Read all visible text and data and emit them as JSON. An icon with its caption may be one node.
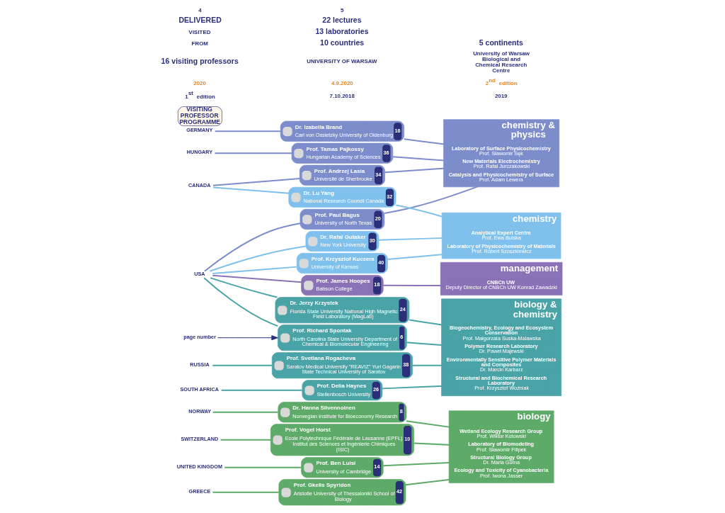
{
  "diagram": {
    "nodes": [
      {
        "text": [
          "NORWAY"
        ]
      },
      {
        "text": [
          "SWITZERLAND"
        ]
      },
      {
        "text": [
          "UNITED KINGDOM"
        ]
      },
      {
        "text": [
          "GERMANY"
        ]
      },
      {
        "text": [
          "USA"
        ]
      },
      {
        "text": [
          "SOUTH AFRICA"
        ]
      },
      {
        "text": [
          "CANADA"
        ]
      },
      {
        "text": [
          "HUNGARY"
        ]
      },
      {
        "text": [
          "RUSSIA"
        ]
      },
      {
        "text": [
          "GREECE"
        ]
      },
      {
        "text": [
          "Prof. Richard Spontak",
          "North Carolina State University Department of Chemical & Biomolecular Engineering",
          "6"
        ]
      },
      {
        "text": [
          "Dr. Hanna Silvennoinen",
          "Norwegian Institute for Bioeconomy Research",
          "8"
        ]
      },
      {
        "text": [
          "Prof. Vogel Horst",
          "Ecole Polytechnique Fédérale de Lausanne (EPFL) Institut des Sciences et Ingénierie Chimiques (ISIC)",
          "10"
        ]
      },
      {
        "text": [
          "Prof. Ben Luisi",
          "University of Cambridge",
          "14"
        ]
      },
      {
        "text": [
          "Dr. Izabella Brand",
          "Carl von Ossietzky University of Oldenburg",
          "16"
        ]
      },
      {
        "text": [
          "Prof. James Hoopes",
          "Babson College",
          "18"
        ]
      },
      {
        "text": [
          "Prof. Paul Bagus",
          "University of North Texas",
          "20"
        ]
      },
      {
        "text": [
          "Dr. Jerzy Krzystek",
          "Florida State University National High Magnetic Field Laboratory (MagLab)",
          "24"
        ]
      },
      {
        "text": [
          "Prof. Delia Haynes",
          "Stellenbosch University",
          "26"
        ]
      },
      {
        "text": [
          "Dr. Rafal Gutaker",
          "New York University",
          "30"
        ]
      },
      {
        "text": [
          "Dr. Lu Yang",
          "National Research Council Canada",
          "32"
        ]
      },
      {
        "text": [
          "Prof. Andrzej Lasia",
          "Université de Sherbrooke",
          "34"
        ]
      },
      {
        "text": [
          "Prof. Tamas Pajkossy",
          "Hungarian Academy of Sciences",
          "36"
        ]
      },
      {
        "text": [
          "Prof. Svetlana Rogacheva",
          "Saratov Medical University \"REAVIZ\" Yuri Gagarin State Technical University of Saratov",
          "38"
        ]
      },
      {
        "text": [
          "Prof. Krzysztof Kuczera",
          "University of Kansas",
          "40"
        ]
      },
      {
        "text": [
          "Prof. Gkelis Spyridon",
          "Aristotle University of Thessaloniki School of Biology",
          "42"
        ]
      },
      {
        "text": [
          "biology"
        ]
      },
      {
        "text": [
          "Wetland Ecology Research Group",
          "Prof. Wiktor Kotowski"
        ],
        "in": 26
      },
      {
        "text": [
          "Laboratory of Biomodeling",
          "Prof. Sławomir Filipek"
        ],
        "in": 26
      },
      {
        "text": [
          "Structural Biology Group",
          "Dr. Maria Górna"
        ],
        "in": 26
      },
      {
        "text": [
          "Ecology and Toxicity of Cyanobacteria",
          "Prof. Iwona Jasser"
        ],
        "in": 26
      },
      {
        "text": [
          "biology & chemistry"
        ]
      },
      {
        "text": [
          "Polymer Research Laboratory",
          "Dr. Paweł Majewski"
        ],
        "in": 31
      },
      {
        "text": [
          "Environmentally Sensitive Polymer Materials and Composites",
          "Dr. Marcin Karbarz"
        ],
        "in": 31
      },
      {
        "text": [
          "Structural and Biochemical Research Laboratory",
          "Prof. Krzysztof Woźniak"
        ],
        "in": 31
      },
      {
        "text": [
          "Biogeochemistry, Ecology and Ecosystem Conservation",
          "Prof. Małgorzata Suska-Malawska"
        ],
        "in": 31
      },
      {
        "text": [
          "chemistry"
        ]
      },
      {
        "text": [
          "Analytical Expert Centre",
          "Prof. Ewa Bulska"
        ],
        "in": 36
      },
      {
        "text": [
          "Laboratory of Physicochemistry of Materials",
          "Prof. Robert Szoszkiewicz"
        ],
        "in": 36
      },
      {
        "text": [
          "chemistry & physics"
        ]
      },
      {
        "text": [
          "Laboratory of Surface Physicochemistry",
          "Prof. Sławomir Sęk"
        ],
        "in": 39
      },
      {
        "text": [
          "Catalysis and Physicochemistry of Surface",
          "Prof. Adam Lewera"
        ],
        "in": 39
      },
      {
        "text": [
          "New Materials Electrochemistry",
          "Prof. Rafał Jurczakowski"
        ],
        "in": 39
      },
      {
        "text": [
          "management"
        ]
      },
      {
        "text": [
          "CNBCh UW",
          "Deputy Director of CNBCh UW Konrad Zawadzki"
        ],
        "in": 43
      },
      {
        "text": [
          "page number"
        ]
      },
      {
        "text": [
          "VISITING PROFESSOR PROGRAMME"
        ]
      }
    ],
    "edges": [
      {
        "from": 4,
        "to": 10,
        "arrow": "none",
        "color": "#4aa3a6"
      },
      {
        "from": 0,
        "to": 11,
        "arrow": "none",
        "color": "#5eaa68"
      },
      {
        "from": 1,
        "to": 12,
        "arrow": "none",
        "color": "#5eaa68"
      },
      {
        "from": 2,
        "to": 13,
        "arrow": "none",
        "color": "#5eaa68"
      },
      {
        "from": 3,
        "to": 14,
        "arrow": "none",
        "color": "#7d8dcb"
      },
      {
        "from": 4,
        "to": 15,
        "arrow": "none",
        "color": "#8a72b6"
      },
      {
        "from": 4,
        "to": 16,
        "arrow": "none",
        "color": "#7d8dcb"
      },
      {
        "from": 4,
        "to": 17,
        "arrow": "none",
        "color": "#4aa3a6"
      },
      {
        "from": 5,
        "to": 18,
        "arrow": "none",
        "color": "#4aa3a6"
      },
      {
        "from": 4,
        "to": 19,
        "arrow": "none",
        "color": "#7fc1ec"
      },
      {
        "from": 6,
        "to": 20,
        "arrow": "none",
        "color": "#7fc1ec"
      },
      {
        "from": 6,
        "to": 21,
        "arrow": "none",
        "color": "#7d8dcb"
      },
      {
        "from": 7,
        "to": 22,
        "arrow": "none",
        "color": "#7d8dcb"
      },
      {
        "from": 8,
        "to": 23,
        "arrow": "none",
        "color": "#4aa3a6"
      },
      {
        "from": 4,
        "to": 24,
        "arrow": "none",
        "color": "#7fc1ec"
      },
      {
        "from": 9,
        "to": 25,
        "arrow": "none",
        "color": "#5eaa68"
      },
      {
        "from": 10,
        "to": 32,
        "arrow": "none",
        "color": "#4aa3a6"
      },
      {
        "from": 11,
        "to": 27,
        "arrow": "none",
        "color": "#5eaa68"
      },
      {
        "from": 12,
        "to": 28,
        "arrow": "none",
        "color": "#5eaa68"
      },
      {
        "from": 13,
        "to": 29,
        "arrow": "none",
        "color": "#5eaa68"
      },
      {
        "from": 14,
        "to": 40,
        "arrow": "none",
        "color": "#7d8dcb"
      },
      {
        "from": 15,
        "to": 44,
        "arrow": "none",
        "color": "#8a72b6"
      },
      {
        "from": 16,
        "to": 41,
        "arrow": "none",
        "color": "#7d8dcb"
      },
      {
        "from": 17,
        "to": 35,
        "arrow": "none",
        "color": "#4aa3a6"
      },
      {
        "from": 18,
        "to": 34,
        "arrow": "none",
        "color": "#4aa3a6"
      },
      {
        "from": 19,
        "to": 37,
        "arrow": "none",
        "color": "#7fc1ec"
      },
      {
        "from": 20,
        "to": 37,
        "arrow": "none",
        "color": "#7fc1ec"
      },
      {
        "from": 21,
        "to": 42,
        "arrow": "none",
        "color": "#7d8dcb"
      },
      {
        "from": 22,
        "to": 42,
        "arrow": "none",
        "color": "#7d8dcb"
      },
      {
        "from": 23,
        "to": 33,
        "arrow": "none",
        "color": "#4aa3a6"
      },
      {
        "from": 24,
        "to": 38,
        "arrow": "none",
        "color": "#7fc1ec"
      },
      {
        "from": 25,
        "to": 30,
        "arrow": "none",
        "color": "#5eaa68"
      },
      {
        "from": 45,
        "to": 10,
        "arrow": "to",
        "color": "#2b2f7a"
      }
    ],
    "labels": [
      "1$^{st}$ edition",
      "7.10.2018",
      "2019",
      "2020",
      "4.9.2020",
      "2$^{nd}$ edition",
      "UNIVERSITY OF WARSAW",
      "University of Warsaw Biological and Chemical Research Centre",
      "16 visiting professors",
      "FROM",
      "10 countries",
      "5 continents",
      "VISITED",
      "13 laboratories",
      "DELIVERED",
      "22 lectures",
      "4",
      "5"
    ]
  }
}
